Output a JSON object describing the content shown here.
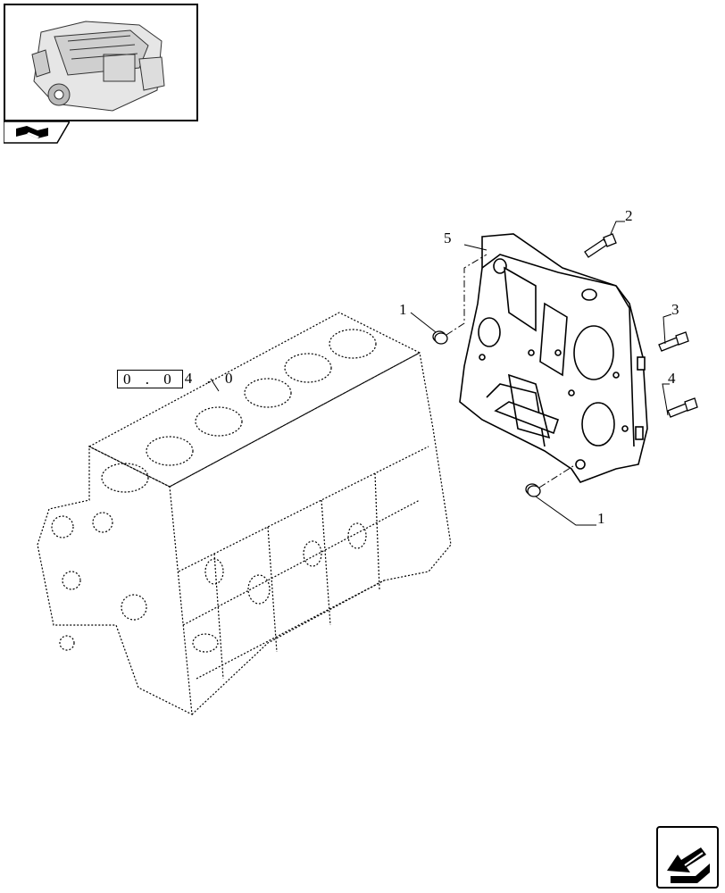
{
  "thumbnail": {
    "icon": "engine-thumbnail",
    "tab_icon": "book-icon"
  },
  "reference": {
    "boxed": "0 . 0",
    "rest": "4 . 0"
  },
  "callouts": {
    "c1_left": "1",
    "c2": "2",
    "c3": "3",
    "c4": "4",
    "c5": "5",
    "c1_bottom": "1"
  },
  "nav": {
    "icon": "next-page-arrow-icon"
  }
}
